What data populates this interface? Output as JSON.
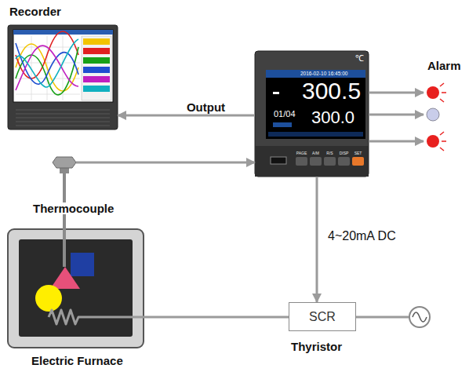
{
  "diagram": {
    "nodes": [
      {
        "text": [
          "Recorder"
        ]
      },
      {
        "text": [
          "℃",
          "2016-02-10 16:45:00",
          "300.5",
          "01/04",
          "300.0",
          "PAGE",
          "A/M",
          "R/S",
          "DISP",
          "SET"
        ]
      },
      {
        "text": [
          "Thermocouple"
        ]
      },
      {
        "text": [
          "Electric Furnace"
        ]
      },
      {
        "text": [
          "SCR",
          "Thyristor"
        ]
      }
    ],
    "edges": [
      {
        "from": 1,
        "to": 0,
        "arrow": "to",
        "label": "Output"
      },
      {
        "from": 2,
        "to": 1,
        "arrow": "to"
      },
      {
        "from": 1,
        "to": 4,
        "arrow": "to",
        "label": "4~20mA DC"
      },
      {
        "from": 4,
        "to": 3,
        "arrow": "none"
      }
    ],
    "labels": [
      "Alarm"
    ]
  }
}
